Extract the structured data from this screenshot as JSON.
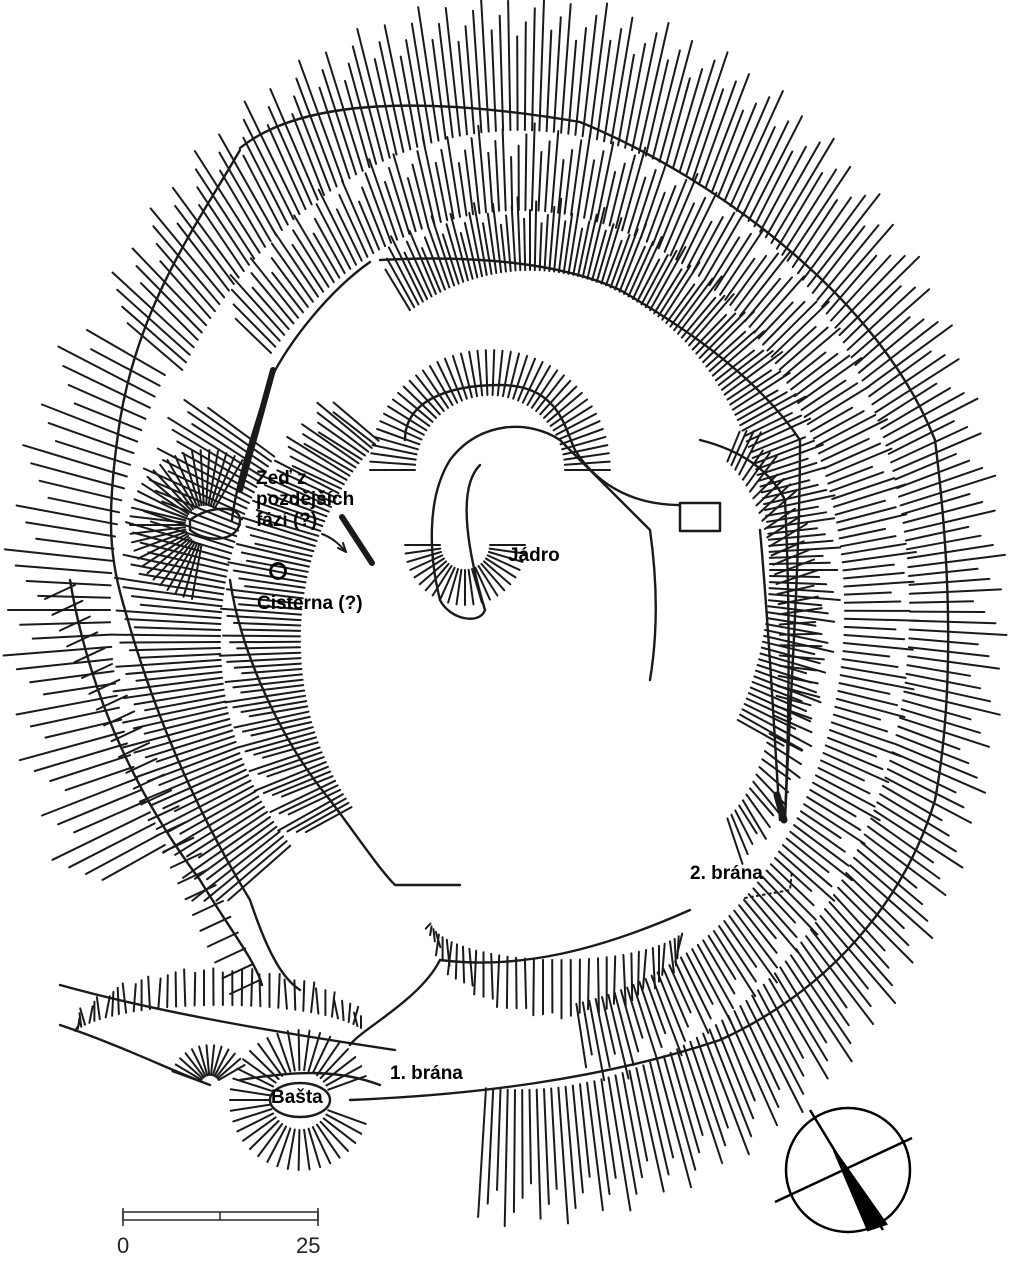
{
  "labels": {
    "wall": [
      "Zeď z",
      "pozdějších",
      "fází (?)"
    ],
    "cistern": "Cisterna (?)",
    "core": "Jádro",
    "gate1": "1. brána",
    "gate2": "2. brána",
    "bastion": "Bašta"
  },
  "scale": {
    "start": "0",
    "end": "25"
  },
  "north_arrow_icon": "north-arrow-icon",
  "colors": {
    "ink": "#1a1a1a",
    "background": "#ffffff"
  }
}
